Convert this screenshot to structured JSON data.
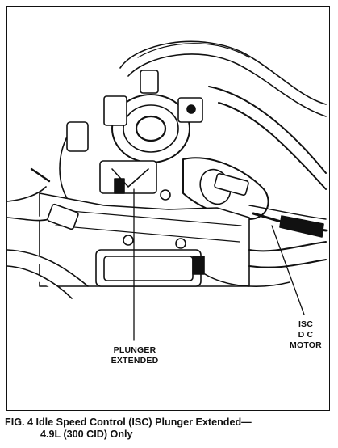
{
  "callouts": {
    "plunger": {
      "line1": "PLUNGER",
      "line2": "EXTENDED"
    },
    "motor": {
      "line1": "ISC",
      "line2": "D C MOTOR"
    }
  },
  "caption": {
    "line1": "FIG. 4  Idle Speed Control (ISC) Plunger Extended—",
    "line2": "4.9L (300 CID) Only"
  },
  "colors": {
    "ink": "#111111",
    "paper": "#ffffff"
  }
}
